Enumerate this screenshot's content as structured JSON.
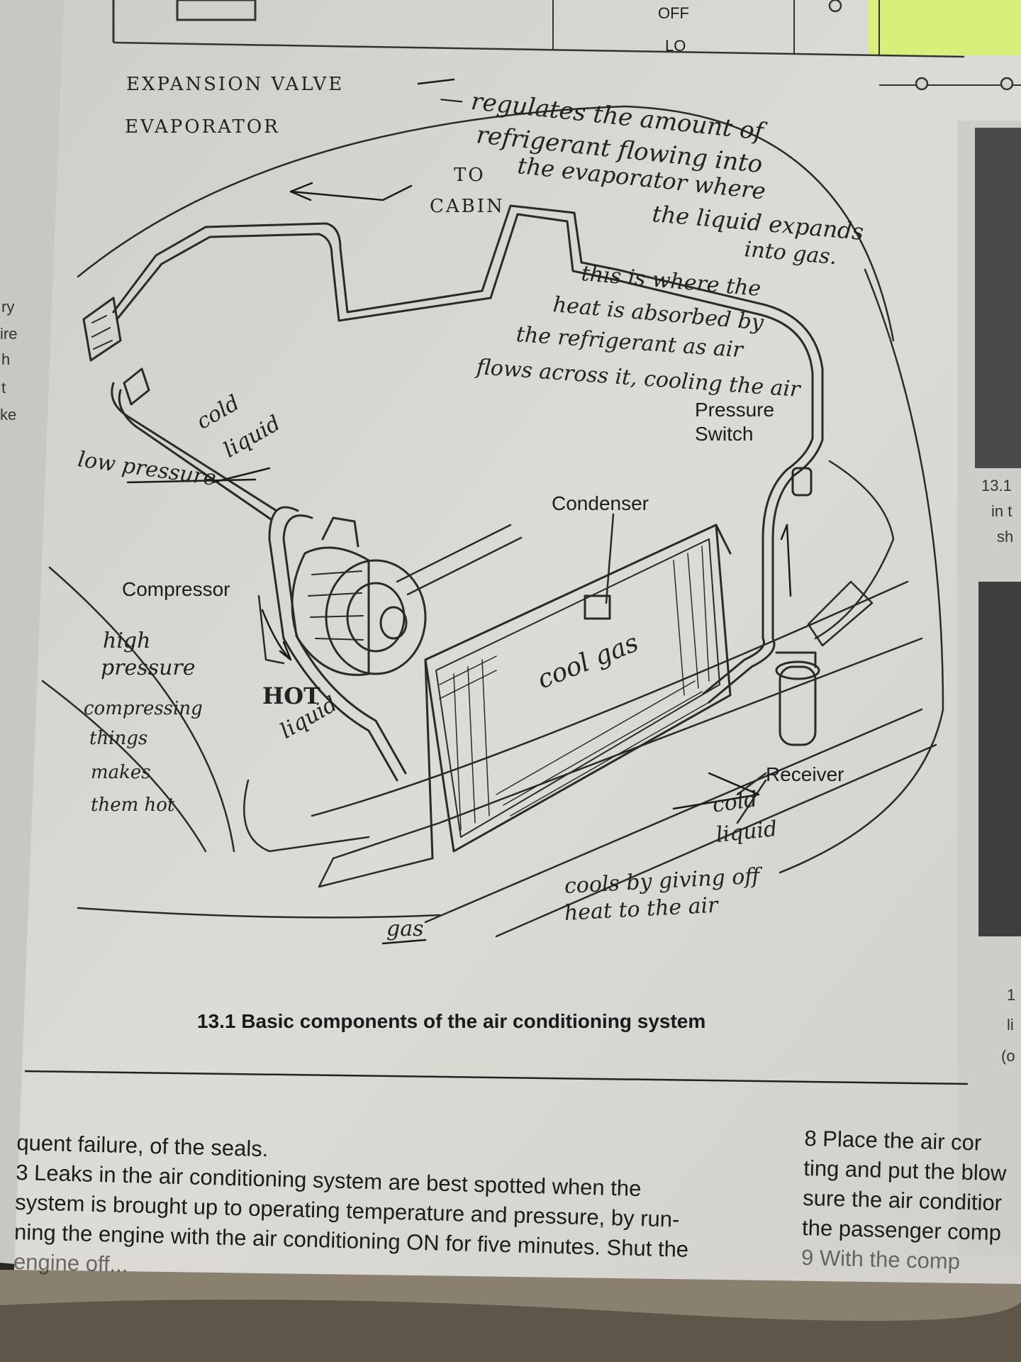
{
  "table": {
    "off": "OFF",
    "lo": "LO"
  },
  "diagram": {
    "labels": {
      "pressure_switch_1": "Pressure",
      "pressure_switch_2": "Switch",
      "condenser": "Condenser",
      "compressor": "Compressor",
      "receiver": "Receiver"
    },
    "caption": "13.1 Basic components of the air conditioning system"
  },
  "handwriting": {
    "expansion_valve": "EXPANSION VALVE",
    "evaporator": "EVAPORATOR",
    "note_lines": [
      "— regulates the amount of",
      "refrigerant flowing into",
      "the evaporator where",
      "the liquid expands",
      "into gas."
    ],
    "to_cabin_1": "TO",
    "to_cabin_2": "CABIN",
    "heat_lines": [
      "this is where the",
      "heat is absorbed by",
      "the refrigerant as air",
      "flows across it, cooling the air"
    ],
    "cold_liquid_top_1": "cold",
    "cold_liquid_top_2": "liquid",
    "low_pressure": "low pressure",
    "high_pressure_1": "high",
    "high_pressure_2": "pressure",
    "compress_lines": [
      "compressing",
      "things",
      "makes",
      "them hot"
    ],
    "hot_liquid_1": "HOT",
    "hot_liquid_2": "liquid",
    "cool_gas": "cool gas",
    "cold_liquid_bottom_1": "cold",
    "cold_liquid_bottom_2": "liquid",
    "cools_lines": [
      "cools by giving off",
      "heat to the air"
    ],
    "gas": "gas"
  },
  "body_text": {
    "left_lines": [
      "quent failure, of the seals.",
      "3    Leaks in the air conditioning system are best spotted when the",
      "system is brought up to operating temperature and pressure, by run-",
      "ning the engine with the air conditioning ON for five minutes. Shut the",
      "engine off..."
    ],
    "right_lines": [
      "8    Place the air cor",
      "ting and put the blow",
      "sure the air conditior",
      "the passenger comp",
      "9    With the comp"
    ]
  },
  "edge_fragments": {
    "left": [
      "ry",
      "ire",
      "h",
      "t",
      "ke"
    ],
    "right": [
      "13.1",
      "in t",
      "sh",
      "1",
      "li",
      "(o"
    ]
  },
  "colors": {
    "paper": "#d9d7d2",
    "ink": "#222222",
    "sticky_note": "#d8f07a",
    "background": "#2a2622"
  }
}
